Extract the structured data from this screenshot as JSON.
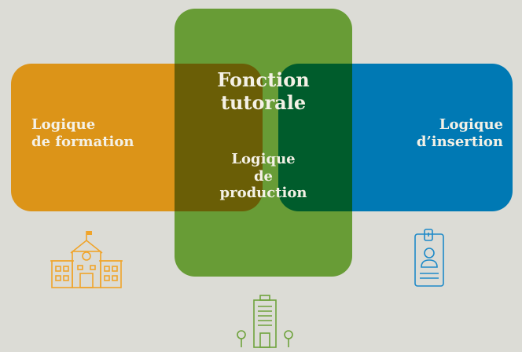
{
  "diagram": {
    "colors": {
      "background": "#dcdcd6",
      "formation": "#dc9418",
      "insertion": "#0079b4",
      "production": "#689c36",
      "overlap_formation_production": "#6a5e06",
      "overlap_production_insertion": "#005c2c",
      "icon_formation": "#f0a42a",
      "icon_insertion": "#1e8ac8",
      "icon_production": "#6ea23c",
      "text": "#f4f1e6"
    },
    "center": {
      "title_line1": "Fonction",
      "title_line2": "tutorale"
    },
    "formation": {
      "line1": "Logique",
      "line2": "de formation",
      "icon": "school-building-icon"
    },
    "insertion": {
      "line1": "Logique",
      "line2": "d’insertion",
      "icon": "id-badge-icon"
    },
    "production": {
      "line1": "Logique",
      "line2": "de",
      "line3": "production",
      "icon": "factory-building-icon"
    }
  }
}
